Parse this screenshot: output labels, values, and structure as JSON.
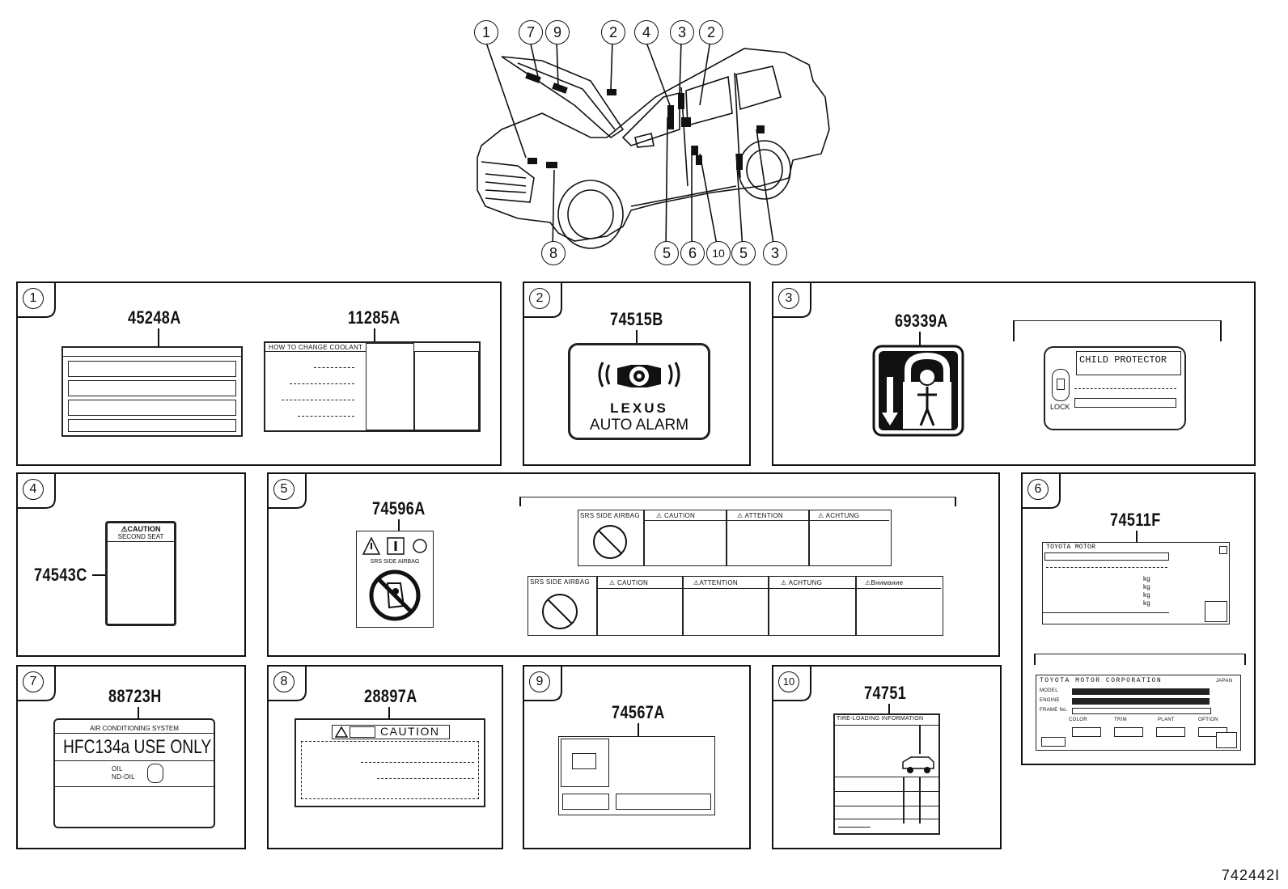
{
  "car_callouts": [
    "1",
    "7",
    "9",
    "2",
    "4",
    "3",
    "2",
    "8",
    "5",
    "6",
    "10",
    "5",
    "3"
  ],
  "panels": {
    "p1": {
      "num": "1",
      "parts": [
        "45248A",
        "11285A"
      ],
      "coolant_title": "HOW TO CHANGE COOLANT"
    },
    "p2": {
      "num": "2",
      "part": "74515B",
      "brand": "LEXUS",
      "text": "AUTO ALARM"
    },
    "p3": {
      "num": "3",
      "part": "69339A",
      "child_protector": "CHILD PROTECTOR",
      "lock": "LOCK"
    },
    "p4": {
      "num": "4",
      "part": "74543C",
      "caution": "⚠CAUTION",
      "seat": "SECOND SEAT"
    },
    "p5": {
      "num": "5",
      "part": "74596A",
      "srs": "SRS  SIDE  AIRBAG",
      "srs_head": "SRS SIDE AIRBAG",
      "row1": [
        "CAUTION",
        "ATTENTION",
        "ACHTUNG"
      ],
      "row2": [
        "CAUTION",
        "ATTENTION",
        "ACHTUNG",
        "Внимание"
      ]
    },
    "p6": {
      "num": "6",
      "part": "74511F",
      "maker": "TOYOTA MOTOR",
      "corp": "TOYOTA MOTOR CORPORATION",
      "japan": "JAPAN",
      "fields": [
        "MODEL",
        "ENGINE",
        "FRAME No."
      ],
      "codes": [
        "COLOR",
        "TRIM",
        "PLANT",
        "OPTION"
      ],
      "kg": [
        "kg",
        "kg",
        "kg",
        "kg"
      ]
    },
    "p7": {
      "num": "7",
      "part": "88723H",
      "title": "AIR CONDITIONING SYSTEM",
      "main": "HFC134a USE ONLY",
      "oil1": "OIL",
      "oil2": "ND-OIL"
    },
    "p8": {
      "num": "8",
      "part": "28897A",
      "caution": "CAUTION"
    },
    "p9": {
      "num": "9",
      "part": "74567A"
    },
    "p10": {
      "num": "10",
      "part": "74751",
      "title": "TIRE-LOADING INFORMATION"
    }
  },
  "ref_code": "742442I"
}
